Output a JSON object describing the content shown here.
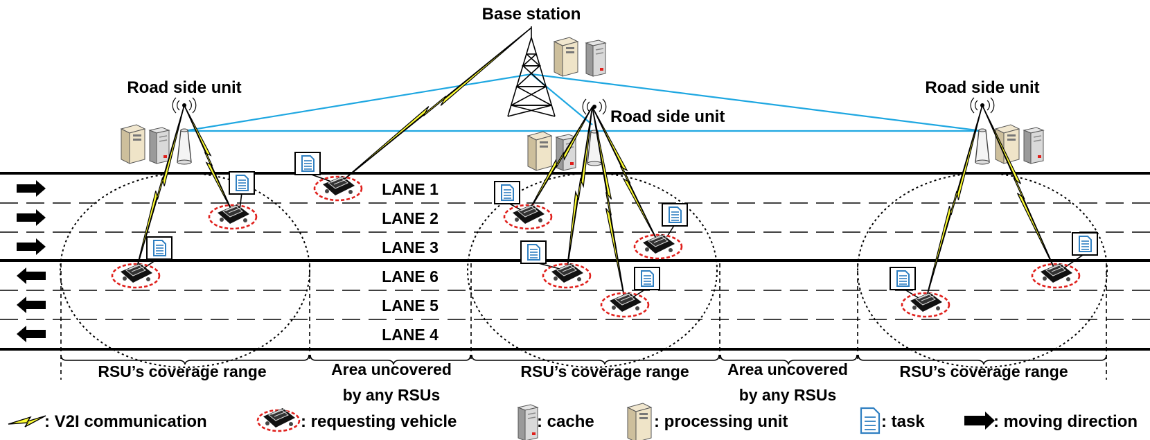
{
  "labels": {
    "base_station": "Base station",
    "rsu_left": "Road side unit",
    "rsu_middle": "Road side unit",
    "rsu_right": "Road side unit"
  },
  "lanes": [
    "LANE 1",
    "LANE 2",
    "LANE 3",
    "LANE 6",
    "LANE 5",
    "LANE 4"
  ],
  "ranges": {
    "coverage": "RSU’s coverage range",
    "uncovered_line1": "Area uncovered",
    "uncovered_line2": "by any RSUs"
  },
  "legend": {
    "v2i": ": V2I communication",
    "requesting_vehicle": ": requesting vehicle",
    "cache": ": cache",
    "processing_unit": ": processing unit",
    "task": ": task",
    "moving_direction": ": moving direction"
  },
  "colors": {
    "backhaul_link": "#1ea7e1",
    "lightning_fill": "#ffff33",
    "vehicle_ring": "#e0201c",
    "task_icon": "#2f7fc1"
  }
}
